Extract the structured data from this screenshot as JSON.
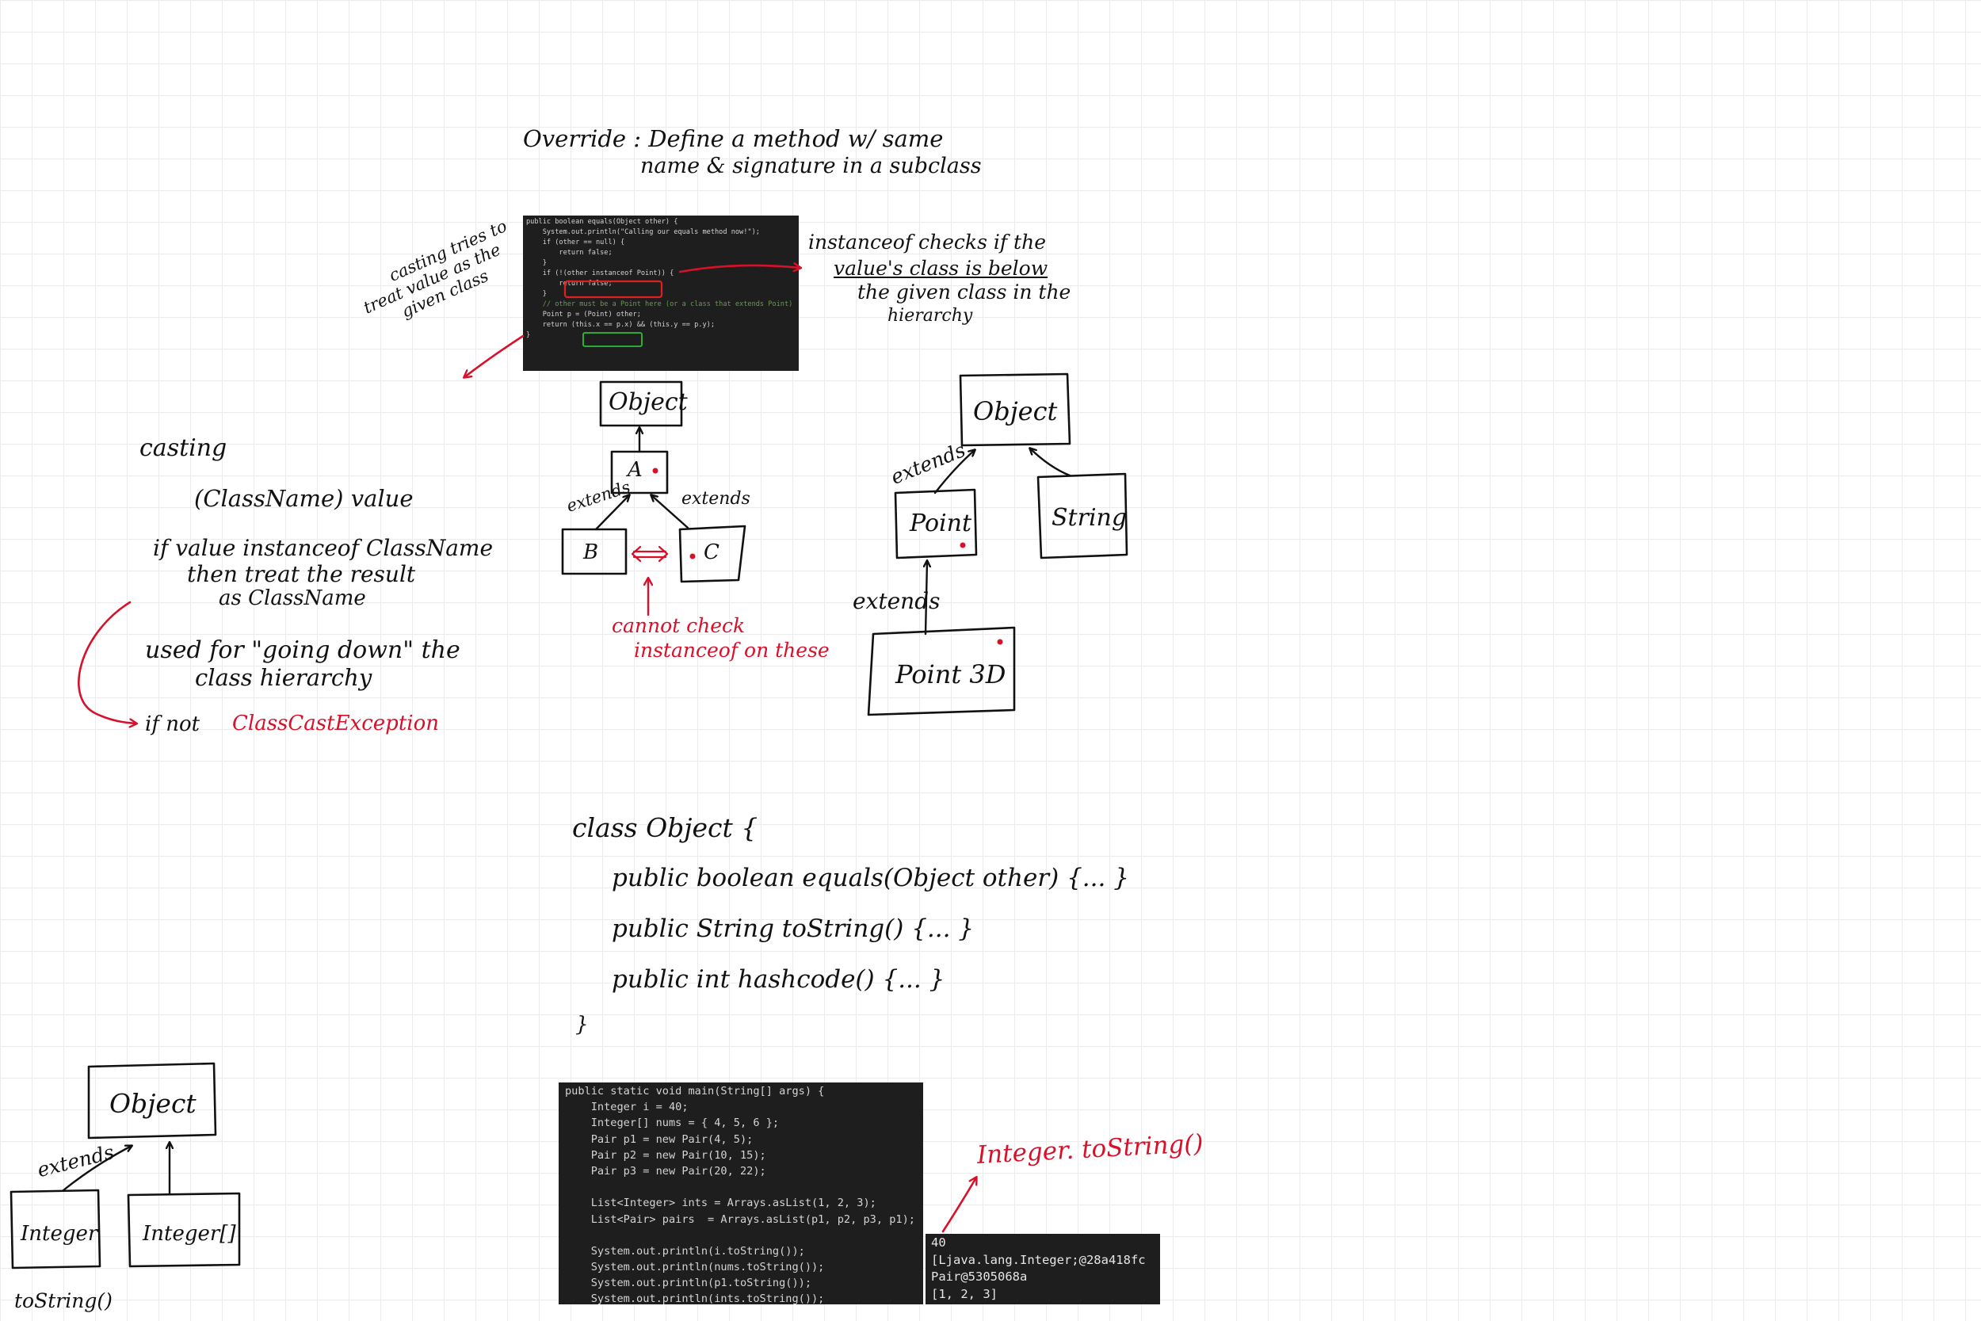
{
  "override": {
    "line1": "Override : Define a method w/ same",
    "line2": "name & signature in a subclass"
  },
  "code_equals": [
    "public boolean equals(Object other) {",
    "    System.out.println(\"Calling our equals method now!\");",
    "",
    "    if (other == null) {",
    "        return false;",
    "    }",
    "",
    "    if (!(other instanceof Point)) {",
    "        return false;",
    "    }",
    "",
    "    // other must be a Point here (or a class that extends Point)",
    "    Point p = (Point) other;",
    "    return (this.x == p.x) && (this.y == p.y);",
    "}"
  ],
  "instanceof_note": {
    "line1": "instanceof checks if the",
    "line2": "value's class is below",
    "line3": "the given class in the",
    "line4": "hierarchy"
  },
  "casting_note": {
    "line1": "casting tries to",
    "line2": "treat value as the",
    "line3": "given class"
  },
  "casting_section": {
    "title": "casting",
    "syntax": "(ClassName) value",
    "rule1": "if value instanceof ClassName",
    "rule2": "then treat the result",
    "rule3": "as ClassName",
    "use1": "used for \"going down\" the",
    "use2": "class hierarchy",
    "fail_prefix": "if not",
    "fail_exception": "ClassCastException"
  },
  "diagram_abc": {
    "object": "Object",
    "a": "A",
    "b": "B",
    "c": "C",
    "extends_left": "extends",
    "extends_right": "extends",
    "cannot1": "cannot check",
    "cannot2": "instanceof on these"
  },
  "diagram_point": {
    "object": "Object",
    "point": "Point",
    "string": "String",
    "point3d": "Point 3D",
    "extends_top": "extends",
    "extends_bottom": "extends"
  },
  "class_object": {
    "header": "class Object {",
    "m1": "public boolean equals(Object other)   {... }",
    "m2": "public String toString()   {... }",
    "m3": "public int hashcode()   {... }",
    "close": "}"
  },
  "diagram_integer": {
    "object": "Object",
    "integer": "Integer",
    "integer_array": "Integer[]",
    "extends": "extends",
    "tostring": "toString()"
  },
  "code_main": [
    "public static void main(String[] args) {",
    "    Integer i = 40;",
    "    Integer[] nums = { 4, 5, 6 };",
    "    Pair p1 = new Pair(4, 5);",
    "    Pair p2 = new Pair(10, 15);",
    "    Pair p3 = new Pair(20, 22);",
    "",
    "    List<Integer> ints = Arrays.asList(1, 2, 3);",
    "    List<Pair> pairs  = Arrays.asList(p1, p2, p3, p1);",
    "",
    "    System.out.println(i.toString());",
    "    System.out.println(nums.toString());",
    "    System.out.println(p1.toString());",
    "    System.out.println(ints.toString());"
  ],
  "output": [
    "40",
    "[Ljava.lang.Integer;@28a418fc",
    "Pair@5305068a",
    "[1, 2, 3]"
  ],
  "integer_tostring_note": "Integer. toString()",
  "colors": {
    "ink": "#111111",
    "annotation_red": "#d8102a",
    "code_bg": "#1e1e1e",
    "grid": "#ececec"
  }
}
